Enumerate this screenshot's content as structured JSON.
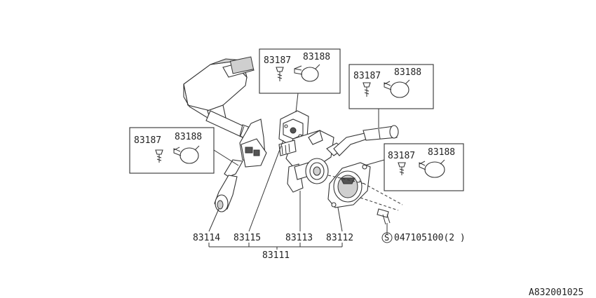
{
  "callouts": {
    "box_top_center": {
      "screw": "83187",
      "clip": "83188"
    },
    "box_top_right": {
      "screw": "83187",
      "clip": "83188"
    },
    "box_left": {
      "screw": "83187",
      "clip": "83188"
    },
    "box_right": {
      "screw": "83187",
      "clip": "83188"
    }
  },
  "parts": {
    "p83114": "83114",
    "p83115": "83115",
    "p83113": "83113",
    "p83112": "83112",
    "assembly": "83111"
  },
  "screw_note": {
    "symbol": "S",
    "text": "047105100(2 )"
  },
  "diagram_code": "A832001025"
}
